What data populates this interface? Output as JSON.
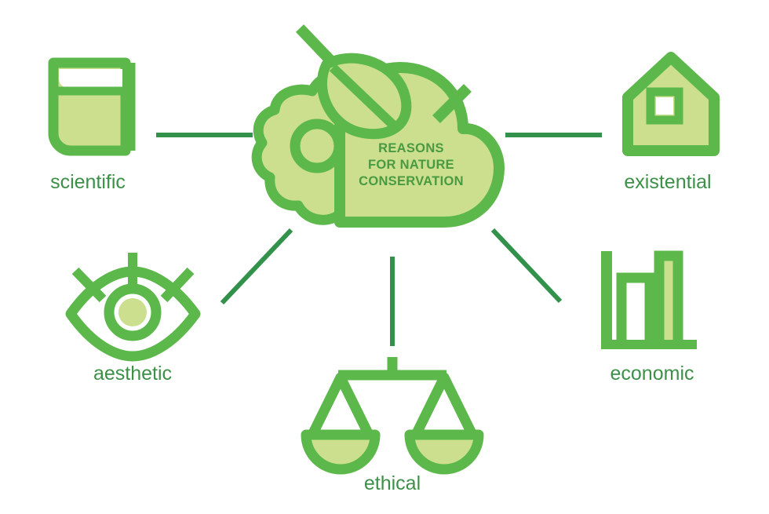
{
  "diagram": {
    "type": "hub-and-spoke",
    "title_lines": [
      "REASONS",
      "FOR NATURE",
      "CONSERVATION"
    ],
    "center": {
      "name": "reasons-for-nature-conservation",
      "icon": "leaf-tree-cloud-icon",
      "line1": "REASONS",
      "line2": "FOR NATURE",
      "line3": "CONSERVATION"
    },
    "nodes": [
      {
        "id": "scientific",
        "label": "scientific",
        "icon": "book-icon",
        "position": "top-left"
      },
      {
        "id": "existential",
        "label": "existential",
        "icon": "house-icon",
        "position": "top-right"
      },
      {
        "id": "aesthetic",
        "label": "aesthetic",
        "icon": "eye-icon",
        "position": "bottom-left"
      },
      {
        "id": "ethical",
        "label": "ethical",
        "icon": "scales-icon",
        "position": "bottom-center"
      },
      {
        "id": "economic",
        "label": "economic",
        "icon": "bar-chart-icon",
        "position": "bottom-right"
      }
    ],
    "connectors": [
      {
        "from": "center",
        "to": "scientific",
        "orientation": "horizontal"
      },
      {
        "from": "center",
        "to": "existential",
        "orientation": "horizontal"
      },
      {
        "from": "center",
        "to": "aesthetic",
        "orientation": "diagonal"
      },
      {
        "from": "center",
        "to": "ethical",
        "orientation": "vertical"
      },
      {
        "from": "center",
        "to": "economic",
        "orientation": "diagonal"
      }
    ],
    "colors": {
      "background": "#ffffff",
      "stroke_green": "#5cb84a",
      "fill_light_green": "#cbdf8f",
      "line_green": "#32914a",
      "label_green": "#3c9048",
      "center_text_green": "#4a9a42",
      "window_white": "#ffffff"
    }
  }
}
